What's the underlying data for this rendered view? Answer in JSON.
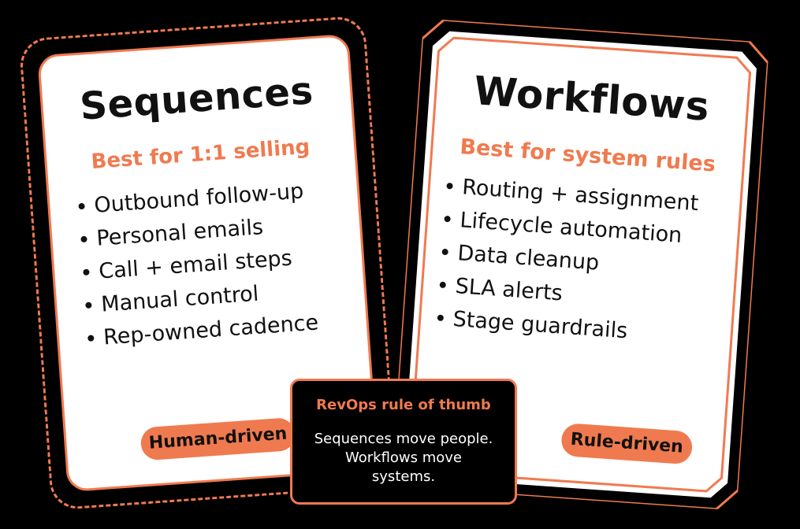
{
  "colors": {
    "accent": "#f07a4f",
    "background": "#000000",
    "card": "#ffffff",
    "text": "#111111"
  },
  "left_card": {
    "title": "Sequences",
    "subtitle": "Best for 1:1 selling",
    "items": [
      "Outbound follow-up",
      "Personal emails",
      "Call + email steps",
      "Manual control",
      "Rep-owned cadence"
    ],
    "badge": "Human-driven"
  },
  "right_card": {
    "title": "Workflows",
    "subtitle": "Best for system rules",
    "items": [
      "Routing + assignment",
      "Lifecycle automation",
      "Data cleanup",
      "SLA alerts",
      "Stage guardrails"
    ],
    "badge": "Rule-driven"
  },
  "note": {
    "title": "RevOps rule of thumb",
    "lines": [
      "Sequences move people.",
      "Workflows move",
      "systems."
    ]
  }
}
